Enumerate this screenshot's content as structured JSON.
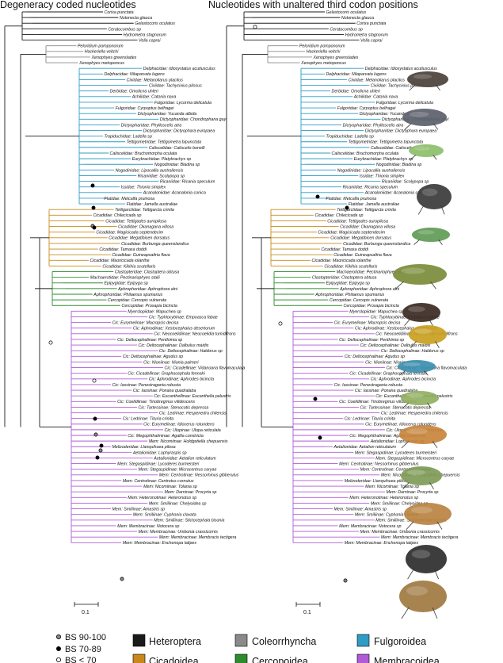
{
  "titles": {
    "left": "Degeneracy coded nucleotides",
    "right": "Nucleotides with unaltered third codon positions"
  },
  "scale_label": "0.1",
  "colors": {
    "Heteroptera": "#1a1a1a",
    "Coleorrhyncha": "#8a8a8a",
    "Fulgoroidea": "#2f9cc4",
    "Cicadoidea": "#c9891a",
    "Cercopoidea": "#2e8b2e",
    "Membracoidea": "#b05ad6"
  },
  "legend": {
    "groups": [
      {
        "name": "Heteroptera",
        "color": "#1a1a1a"
      },
      {
        "name": "Coleorrhyncha",
        "color": "#8a8a8a"
      },
      {
        "name": "Fulgoroidea",
        "color": "#2f9cc4"
      },
      {
        "name": "Cicadoidea",
        "color": "#c9891a"
      },
      {
        "name": "Cercopoidea",
        "color": "#2e8b2e"
      },
      {
        "name": "Membracoidea",
        "color": "#b05ad6"
      }
    ],
    "bootstrap": [
      {
        "label": "BS 90-100",
        "fill": "#888888"
      },
      {
        "label": "BS 70-89",
        "fill": "#000000"
      },
      {
        "label": "BS < 70",
        "fill": "#ffffff"
      }
    ]
  },
  "left_taxa": [
    {
      "label": "Corixa punctata",
      "group": "Heteroptera"
    },
    {
      "label": "Notonecta glauca",
      "group": "Heteroptera"
    },
    {
      "label": "Gelastocoris oculatus",
      "group": "Heteroptera"
    },
    {
      "label": "Ceratocombus sp",
      "group": "Heteroptera"
    },
    {
      "label": "Hydrometra stagnorum",
      "group": "Heteroptera"
    },
    {
      "label": "Velia caprai",
      "group": "Heteroptera"
    },
    {
      "label": "Peloridium pomponorum",
      "group": "Coleorrhyncha"
    },
    {
      "label": "Hackeriella veitchi",
      "group": "Coleorrhyncha"
    },
    {
      "label": "Xenophyes greenslades",
      "group": "Coleorrhyncha"
    },
    {
      "label": "Xenophyes metoponcus",
      "group": "Coleorrhyncha"
    },
    {
      "label": "Delphacidae: Idiosystatus acutiusculus",
      "group": "Fulgoroidea"
    },
    {
      "label": "Delphacidae: Nilaparvata lugens",
      "group": "Fulgoroidea"
    },
    {
      "label": "Cixiidae: Melanoliarus placitus",
      "group": "Fulgoroidea"
    },
    {
      "label": "Cixiidae: Tachycixius pilosus",
      "group": "Fulgoroidea"
    },
    {
      "label": "Derbidae: Omolicna uhleri",
      "group": "Fulgoroidea"
    },
    {
      "label": "Achilidae: Catonia nava",
      "group": "Fulgoroidea"
    },
    {
      "label": "Fulgoridae: Lycorma delicatula",
      "group": "Fulgoroidea"
    },
    {
      "label": "Fulgoridae: Cyrpoptus belfragei",
      "group": "Fulgoroidea"
    },
    {
      "label": "Dictyopharidae: Yucanda albida",
      "group": "Fulgoroidea"
    },
    {
      "label": "Dictyopharidae: Chondrophana gayi",
      "group": "Fulgoroidea"
    },
    {
      "label": "Dictyopharidae: Phylloscelis atra",
      "group": "Fulgoroidea"
    },
    {
      "label": "Dictyopharidae: Dictyophara europaea",
      "group": "Fulgoroidea"
    },
    {
      "label": "Tropiduchidae: Ladella sp",
      "group": "Fulgoroidea"
    },
    {
      "label": "Tettigometridae: Tettigometra bipunctata",
      "group": "Fulgoroidea"
    },
    {
      "label": "Caliscelidae: Caliscelis bonelli",
      "group": "Fulgoroidea"
    },
    {
      "label": "Caliscelidae: Bruchomorpha oculata",
      "group": "Fulgoroidea"
    },
    {
      "label": "Eurybrachidae: Platybrachys sp",
      "group": "Fulgoroidea"
    },
    {
      "label": "Nogodinidae: Bladina sp",
      "group": "Fulgoroidea"
    },
    {
      "label": "Nogodinidae: Lipocallia australiensis",
      "group": "Fulgoroidea"
    },
    {
      "label": "Ricaniidae: Scolypopa sp",
      "group": "Fulgoroidea"
    },
    {
      "label": "Ricaniidae: Ricania speculum",
      "group": "Fulgoroidea"
    },
    {
      "label": "Issidae: Thionia simplex",
      "group": "Fulgoroidea"
    },
    {
      "label": "Acanaloniidae: Acanalonia conica",
      "group": "Fulgoroidea"
    },
    {
      "label": "Flatidae: Metcalfa pruinosa",
      "group": "Fulgoroidea"
    },
    {
      "label": "Flatidae: Jamella australiae",
      "group": "Fulgoroidea"
    },
    {
      "label": "Tettigarctidae: Tettigarcta crinita",
      "group": "Cicadoidea"
    },
    {
      "label": "Cicadidae: Chilecicada sp",
      "group": "Cicadoidea"
    },
    {
      "label": "Cicadidae: Tettigades auropilosa",
      "group": "Cicadoidea"
    },
    {
      "label": "Cicadidae: Okanagana villosa",
      "group": "Cicadoidea"
    },
    {
      "label": "Cicadidae: Magicicada septendecim",
      "group": "Cicadoidea"
    },
    {
      "label": "Cicadidae: Megatibicen dorsatus",
      "group": "Cicadoidea"
    },
    {
      "label": "Cicadidae: Burbunga queenslandica",
      "group": "Cicadoidea"
    },
    {
      "label": "Cicadidae: Tamasa doddi",
      "group": "Cicadoidea"
    },
    {
      "label": "Cicadidae: Guineapsaltria flava",
      "group": "Cicadoidea"
    },
    {
      "label": "Cicadidae: Maoricicada iolanthe",
      "group": "Cicadoidea"
    },
    {
      "label": "Cicadidae: Kikihia scutellaris",
      "group": "Cicadoidea"
    },
    {
      "label": "Clastopteridae: Clastoptera obtusa",
      "group": "Cercopoidea"
    },
    {
      "label": "Machaerotidae: Pectinariophyes stalii",
      "group": "Cercopoidea"
    },
    {
      "label": "Epipygidae: Epipyga sp",
      "group": "Cercopoidea"
    },
    {
      "label": "Aphrophoridae: Aphrophora alni",
      "group": "Cercopoidea"
    },
    {
      "label": "Aphrophoridae: Philaenus spumarius",
      "group": "Cercopoidea"
    },
    {
      "label": "Cercopidae: Cercopis vulnerata",
      "group": "Cercopoidea"
    },
    {
      "label": "Cercopidae: Prosapia bicincta",
      "group": "Cercopoidea"
    },
    {
      "label": "Myerslopiidae: Mapuchea sp",
      "group": "Membracoidea"
    },
    {
      "label": "Cic: Typhlocybinae: Empoasca fabae",
      "group": "Membracoidea"
    },
    {
      "label": "Cic: Eurymelinae: Macropsis decisa",
      "group": "Membracoidea"
    },
    {
      "label": "Cic: Aphrodinae: Xestocephalus desertorum",
      "group": "Membracoidea"
    },
    {
      "label": "Cic: Neocoelidiinae: Neocoelidia tumidifrons",
      "group": "Membracoidea"
    },
    {
      "label": "Cic: Deltocephalinae: Penthimia sp",
      "group": "Membracoidea"
    },
    {
      "label": "Cic: Deltocephalinae: Dalbulus maidis",
      "group": "Membracoidea"
    },
    {
      "label": "Cic: Deltocephalinae: Haldorus sp",
      "group": "Membracoidea"
    },
    {
      "label": "Cic: Deltocephalinae: Agudus sp",
      "group": "Membracoidea"
    },
    {
      "label": "Cic: Nioniinae: Nionia palmeri",
      "group": "Membracoidea"
    },
    {
      "label": "Cic: Cicadellinae: Vidanoana flavomaculata",
      "group": "Membracoidea"
    },
    {
      "label": "Cic: Cicadellinae: Graphocephala fennahi",
      "group": "Membracoidea"
    },
    {
      "label": "Cic: Aphrodinae: Aphrodes bicincta",
      "group": "Membracoidea"
    },
    {
      "label": "Cic: Iassinae: Penestragania robusta",
      "group": "Membracoidea"
    },
    {
      "label": "Cic: Iassinae: Ponana quadralaba",
      "group": "Membracoidea"
    },
    {
      "label": "Cic: Eucanthellinae: Eucanthella palustris",
      "group": "Membracoidea"
    },
    {
      "label": "Cic: Coelidiinae: Tinobregmus vilidescens",
      "group": "Membracoidea"
    },
    {
      "label": "Cic: Tartessinae: Stenocotis depressa",
      "group": "Membracoidea"
    },
    {
      "label": "Cic: Ledrinae: Hespenedra chilensis",
      "group": "Membracoidea"
    },
    {
      "label": "Cic: Ledrinae: Tituria crinita",
      "group": "Membracoidea"
    },
    {
      "label": "Cic: Eurymelinae: Idiocerus rotundens",
      "group": "Membracoidea"
    },
    {
      "label": "Cic: Ulopinae: Ulopa reticulata",
      "group": "Membracoidea"
    },
    {
      "label": "Cic: Megophthalminae: Agallia constricta",
      "group": "Membracoidea"
    },
    {
      "label": "Mem: Nicomiinae: Holdgatiella chepuensis",
      "group": "Membracoidea"
    },
    {
      "label": "Melizoderidae: Llanquihuea pilosa",
      "group": "Membracoidea"
    },
    {
      "label": "Aetalionidae: Lophyraspis sp",
      "group": "Membracoidea"
    },
    {
      "label": "Aetalionidae: Aetalion reticulatum",
      "group": "Membracoidea"
    },
    {
      "label": "Mem: Stegaspidinae: Lycoderes burmeisteri",
      "group": "Membracoidea"
    },
    {
      "label": "Mem: Stegaspidinae: Microcentrus caryae",
      "group": "Membracoidea"
    },
    {
      "label": "Mem: Centrotinae: Nessorhinus gibberulus",
      "group": "Membracoidea"
    },
    {
      "label": "Mem: Centrotinae: Centrotus cornutus",
      "group": "Membracoidea"
    },
    {
      "label": "Mem: Nicomiinae: Tolania sp",
      "group": "Membracoidea"
    },
    {
      "label": "Mem: Darninae: Procyrta sp",
      "group": "Membracoidea"
    },
    {
      "label": "Mem: Heteronotinae: Heteronotus sp",
      "group": "Membracoidea"
    },
    {
      "label": "Mem: Smiliinae: Chelyoidea sp",
      "group": "Membracoidea"
    },
    {
      "label": "Mem: Smiliinae: Amastris sp",
      "group": "Membracoidea"
    },
    {
      "label": "Mem: Smiliinae: Cyphonia clavata",
      "group": "Membracoidea"
    },
    {
      "label": "Mem: Smiliinae: Stictocephala bisonia",
      "group": "Membracoidea"
    },
    {
      "label": "Mem: Membracinae: Notocera sp",
      "group": "Membracoidea"
    },
    {
      "label": "Mem: Membracinae: Umbonia crassicornis",
      "group": "Membracoidea"
    },
    {
      "label": "Mem: Membracinae: Membracis tectigera",
      "group": "Membracoidea"
    },
    {
      "label": "Mem: Membracinae: Enchenopa latipes",
      "group": "Membracoidea"
    }
  ],
  "right_taxa": [
    {
      "label": "Gelastocoris oculatus",
      "group": "Heteroptera"
    },
    {
      "label": "Notonecta glauca",
      "group": "Heteroptera"
    },
    {
      "label": "Corixa punctata",
      "group": "Heteroptera"
    },
    {
      "label": "Ceratocombus sp",
      "group": "Heteroptera"
    },
    {
      "label": "Hydrometra stagnorum",
      "group": "Heteroptera"
    },
    {
      "label": "Velia caprai",
      "group": "Heteroptera"
    },
    {
      "label": "Peloridium pomponorum",
      "group": "Coleorrhyncha"
    },
    {
      "label": "Hackeriella veitchi",
      "group": "Coleorrhyncha"
    },
    {
      "label": "Xenophyes greenslades",
      "group": "Coleorrhyncha"
    },
    {
      "label": "Xenophyes metoponcus",
      "group": "Coleorrhyncha"
    },
    {
      "label": "Delphacidae: Idiosystatus acutiusculus",
      "group": "Fulgoroidea"
    },
    {
      "label": "Delphacidae: Nilaparvata lugens",
      "group": "Fulgoroidea"
    },
    {
      "label": "Cixiidae: Melanoliarus placitus",
      "group": "Fulgoroidea"
    },
    {
      "label": "Cixiidae: Tachycixius pilosus",
      "group": "Fulgoroidea"
    },
    {
      "label": "Derbidae: Omolicna uhleri",
      "group": "Fulgoroidea"
    },
    {
      "label": "Achilidae: Catonia nava",
      "group": "Fulgoroidea"
    },
    {
      "label": "Fulgoridae: Lycorma delicatula",
      "group": "Fulgoroidea"
    },
    {
      "label": "Fulgoridae: Cyrpoptus belfragei",
      "group": "Fulgoroidea"
    },
    {
      "label": "Dictyopharidae: Yucanda albida",
      "group": "Fulgoroidea"
    },
    {
      "label": "Dictyopharidae: Chondrophana gayi",
      "group": "Fulgoroidea"
    },
    {
      "label": "Dictyopharidae: Phylloscelis atra",
      "group": "Fulgoroidea"
    },
    {
      "label": "Dictyopharidae: Dictyophara europaea",
      "group": "Fulgoroidea"
    },
    {
      "label": "Tropiduchidae: Ladella sp",
      "group": "Fulgoroidea"
    },
    {
      "label": "Tettigometridae: Tettigometra bipunctata",
      "group": "Fulgoroidea"
    },
    {
      "label": "Caliscelidae: Caliscelis bonelli",
      "group": "Fulgoroidea"
    },
    {
      "label": "Caliscelidae: Bruchomorpha oculata",
      "group": "Fulgoroidea"
    },
    {
      "label": "Eurybrachidae: Platybrachys sp",
      "group": "Fulgoroidea"
    },
    {
      "label": "Nogodinidae: Bladina sp",
      "group": "Fulgoroidea"
    },
    {
      "label": "Nogodinidae: Lipocallia australiensis",
      "group": "Fulgoroidea"
    },
    {
      "label": "Issidae: Thionia simplex",
      "group": "Fulgoroidea"
    },
    {
      "label": "Ricaniidae: Scolypopa sp",
      "group": "Fulgoroidea"
    },
    {
      "label": "Ricaniidae: Ricania speculum",
      "group": "Fulgoroidea"
    },
    {
      "label": "Acanaloniidae: Acanalonia conica",
      "group": "Fulgoroidea"
    },
    {
      "label": "Flatidae: Metcalfa pruinosa",
      "group": "Fulgoroidea"
    },
    {
      "label": "Flatidae: Jamella australiae",
      "group": "Fulgoroidea"
    },
    {
      "label": "Tettigarctidae: Tettigarcta crinita",
      "group": "Cicadoidea"
    },
    {
      "label": "Cicadidae: Chilecicada sp",
      "group": "Cicadoidea"
    },
    {
      "label": "Cicadidae: Tettigades auropilosa",
      "group": "Cicadoidea"
    },
    {
      "label": "Cicadidae: Okanagana villosa",
      "group": "Cicadoidea"
    },
    {
      "label": "Cicadidae: Magicicada septendecim",
      "group": "Cicadoidea"
    },
    {
      "label": "Cicadidae: Megatibicen dorsatus",
      "group": "Cicadoidea"
    },
    {
      "label": "Cicadidae: Burbunga queenslandica",
      "group": "Cicadoidea"
    },
    {
      "label": "Cicadidae: Tamasa doddi",
      "group": "Cicadoidea"
    },
    {
      "label": "Cicadidae: Guineapsaltria flava",
      "group": "Cicadoidea"
    },
    {
      "label": "Cicadidae: Maoricicada iolanthe",
      "group": "Cicadoidea"
    },
    {
      "label": "Cicadidae: Kikihia scutellaris",
      "group": "Cicadoidea"
    },
    {
      "label": "Machaerotidae: Pectinariophyes stalii",
      "group": "Cercopoidea"
    },
    {
      "label": "Clastopteridae: Clastoptera obtusa",
      "group": "Cercopoidea"
    },
    {
      "label": "Epipygidae: Epipyga sp",
      "group": "Cercopoidea"
    },
    {
      "label": "Aphrophoridae: Aphrophora alni",
      "group": "Cercopoidea"
    },
    {
      "label": "Aphrophoridae: Philaenus spumarius",
      "group": "Cercopoidea"
    },
    {
      "label": "Cercopidae: Cercopis vulnerata",
      "group": "Cercopoidea"
    },
    {
      "label": "Cercopidae: Prosapia bicincta",
      "group": "Cercopoidea"
    },
    {
      "label": "Myerslopiidae: Mapuchea sp",
      "group": "Membracoidea"
    },
    {
      "label": "Cic: Typhlocybinae: Empoasca fabae",
      "group": "Membracoidea"
    },
    {
      "label": "Cic: Eurymelinae: Macropsis decisa",
      "group": "Membracoidea"
    },
    {
      "label": "Cic: Aphrodinae: Xestocephalus desertorum",
      "group": "Membracoidea"
    },
    {
      "label": "Cic: Neocoelidiinae: Neocoelidia tumidifrons",
      "group": "Membracoidea"
    },
    {
      "label": "Cic: Deltocephalinae: Penthimia sp",
      "group": "Membracoidea"
    },
    {
      "label": "Cic: Deltocephalinae: Dalbulus maidis",
      "group": "Membracoidea"
    },
    {
      "label": "Cic: Deltocephalinae: Haldorus sp",
      "group": "Membracoidea"
    },
    {
      "label": "Cic: Deltocephalinae: Agudus sp",
      "group": "Membracoidea"
    },
    {
      "label": "Cic: Nioniinae: Nionia palmeri",
      "group": "Membracoidea"
    },
    {
      "label": "Cic: Cicadellinae: Vidanoana flavomaculata",
      "group": "Membracoidea"
    },
    {
      "label": "Cic: Cicadellinae: Graphocephala fennahi",
      "group": "Membracoidea"
    },
    {
      "label": "Cic: Aphrodinae: Aphrodes bicincta",
      "group": "Membracoidea"
    },
    {
      "label": "Cic: Iassinae: Penestragania robusta",
      "group": "Membracoidea"
    },
    {
      "label": "Cic: Iassinae: Ponana quadralaba",
      "group": "Membracoidea"
    },
    {
      "label": "Cic: Eucanthellinae: Eucanthella palustris",
      "group": "Membracoidea"
    },
    {
      "label": "Cic: Coelidiinae: Tinobregmus vilidescens",
      "group": "Membracoidea"
    },
    {
      "label": "Cic: Tartessinae: Stenocotis depressa",
      "group": "Membracoidea"
    },
    {
      "label": "Cic: Ledrinae: Hespenedra chilensis",
      "group": "Membracoidea"
    },
    {
      "label": "Cic: Ledrinae: Tituria crinita",
      "group": "Membracoidea"
    },
    {
      "label": "Cic: Eurymelinae: Idiocerus rotundens",
      "group": "Membracoidea"
    },
    {
      "label": "Cic: Ulopinae: Ulopa reticulata",
      "group": "Membracoidea"
    },
    {
      "label": "Cic: Megophthalminae: Agallia constricta",
      "group": "Membracoidea"
    },
    {
      "label": "Aetalionidae: Lophyraspis sp",
      "group": "Membracoidea"
    },
    {
      "label": "Aetalionidae: Aetalion reticulatum",
      "group": "Membracoidea"
    },
    {
      "label": "Mem: Stegaspidinae: Lycoderes burmeisteri",
      "group": "Membracoidea"
    },
    {
      "label": "Mem: Stegaspidinae: Microcentrus caryae",
      "group": "Membracoidea"
    },
    {
      "label": "Mem: Centrotinae: Nessorhinus gibberulus",
      "group": "Membracoidea"
    },
    {
      "label": "Mem: Centrotinae: Centrotus cornutus",
      "group": "Membracoidea"
    },
    {
      "label": "Mem: Nicomiinae: Holdgatiella chepuensis",
      "group": "Membracoidea"
    },
    {
      "label": "Melizoderidae: Llanquihuea pilosa",
      "group": "Membracoidea"
    },
    {
      "label": "Mem: Nicomiinae: Tolania sp",
      "group": "Membracoidea"
    },
    {
      "label": "Mem: Darninae: Procyrta sp",
      "group": "Membracoidea"
    },
    {
      "label": "Mem: Heteronotinae: Heteronotus sp",
      "group": "Membracoidea"
    },
    {
      "label": "Mem: Smiliinae: Chelyoidea sp",
      "group": "Membracoidea"
    },
    {
      "label": "Mem: Smiliinae: Amastris sp",
      "group": "Membracoidea"
    },
    {
      "label": "Mem: Smiliinae: Cyphonia clavata",
      "group": "Membracoidea"
    },
    {
      "label": "Mem: Smiliinae: Stictocephala bisonia",
      "group": "Membracoidea"
    },
    {
      "label": "Mem: Membracinae: Notocera sp",
      "group": "Membracoidea"
    },
    {
      "label": "Mem: Membracinae: Umbonia crassicornis",
      "group": "Membracoidea"
    },
    {
      "label": "Mem: Membracinae: Membracis tectigera",
      "group": "Membracoidea"
    },
    {
      "label": "Mem: Membracinae: Enchenopa latipes",
      "group": "Membracoidea"
    }
  ],
  "insect_images": [
    {
      "name": "delphacid-photo",
      "color": "#4a4038"
    },
    {
      "name": "lantern-fly-photo",
      "color": "#5b5f6b"
    },
    {
      "name": "green-planthopper-photo",
      "color": "#8dbf6a"
    },
    {
      "name": "dark-planthopper-photo",
      "color": "#3b3a3a"
    },
    {
      "name": "green-flatid-photo",
      "color": "#5f9a55"
    },
    {
      "name": "cicada-photo",
      "color": "#7a8c3a"
    },
    {
      "name": "machaerotid-photo",
      "color": "#3a2a22"
    },
    {
      "name": "spittlebug-photo",
      "color": "#c9a020"
    },
    {
      "name": "leafhopper-blue-photo",
      "color": "#3b8fb0"
    },
    {
      "name": "leafhopper-green-photo",
      "color": "#90b060"
    },
    {
      "name": "iassinae-photo",
      "color": "#c8843c"
    },
    {
      "name": "ledrinae-photo",
      "color": "#7f9b58"
    },
    {
      "name": "aetalionid-photo",
      "color": "#b88340"
    },
    {
      "name": "heteronotus-photo",
      "color": "#2d2d2d"
    },
    {
      "name": "umbonia-photo",
      "color": "#a07840"
    }
  ]
}
